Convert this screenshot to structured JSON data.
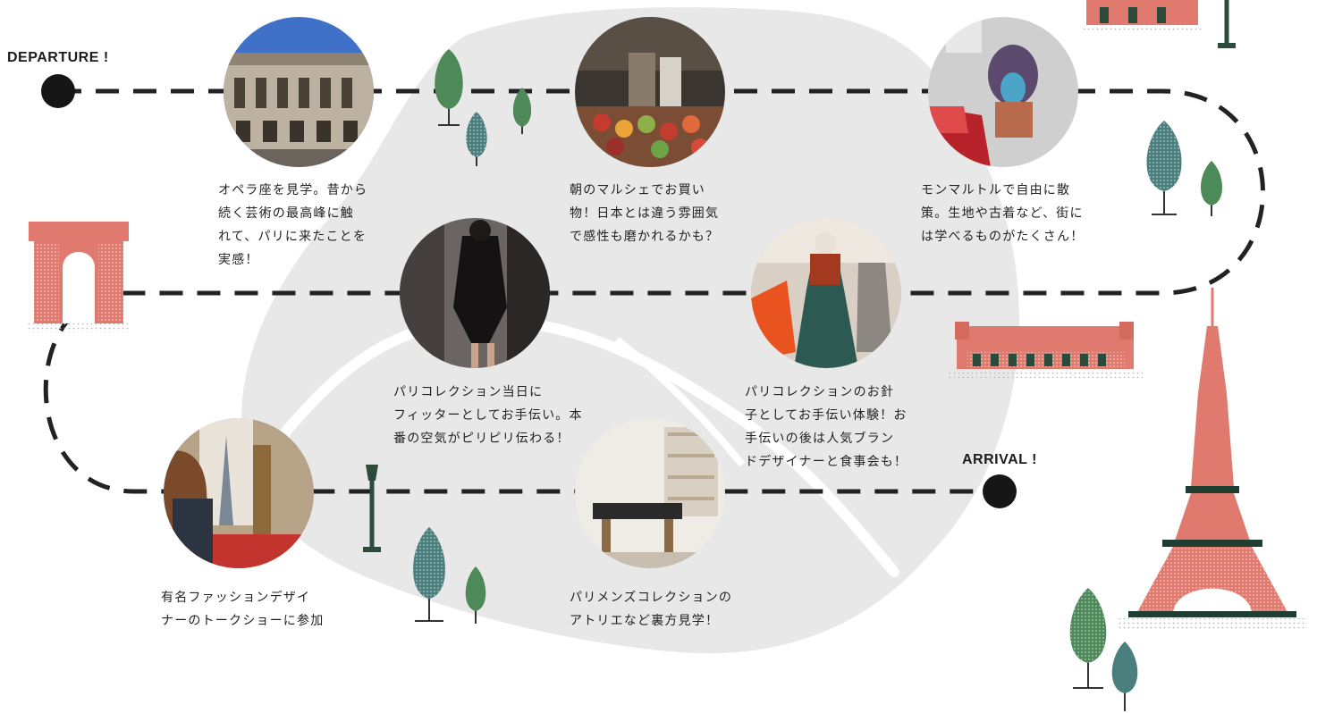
{
  "labels": {
    "departure": "DEPARTURE !",
    "arrival": "ARRIVAL !"
  },
  "colors": {
    "route": "#222222",
    "map": "#e8e8e8",
    "brick": "#e07a6e",
    "tree_green": "#4e8a59",
    "tree_teal": "#4b7f7e"
  },
  "stops": [
    {
      "photo": "opera-house",
      "caption": [
        "オペラ座を見学。昔から",
        "続く芸術の最高峰に触",
        "れて、パリに来たことを",
        "実感！"
      ]
    },
    {
      "photo": "morning-market",
      "caption": [
        "朝のマルシェでお買い",
        "物！日本とは違う雰囲気",
        "で感性も磨かれるかも？"
      ]
    },
    {
      "photo": "montmartre-street-art",
      "caption": [
        "モンマルトルで自由に散",
        "策。生地や古着など、街に",
        "は学べるものがたくさん！"
      ]
    },
    {
      "photo": "runway-show",
      "caption": [
        "パリコレクション当日に",
        "フィッターとしてお手伝い。本",
        "番の空気がピリピリ伝わる！"
      ]
    },
    {
      "photo": "costume-exhibit",
      "caption": [
        "パリコレクションのお針",
        "子としてお手伝い体験！お",
        "手伝いの後は人気ブラン",
        "ドデザイナーと食事会も！"
      ]
    },
    {
      "photo": "designer-talk",
      "caption": [
        "有名ファッションデザイ",
        "ナーのトークショーに参加"
      ]
    },
    {
      "photo": "atelier",
      "caption": [
        "パリメンズコレクションの",
        "アトリエなど裏方見学！"
      ]
    }
  ]
}
